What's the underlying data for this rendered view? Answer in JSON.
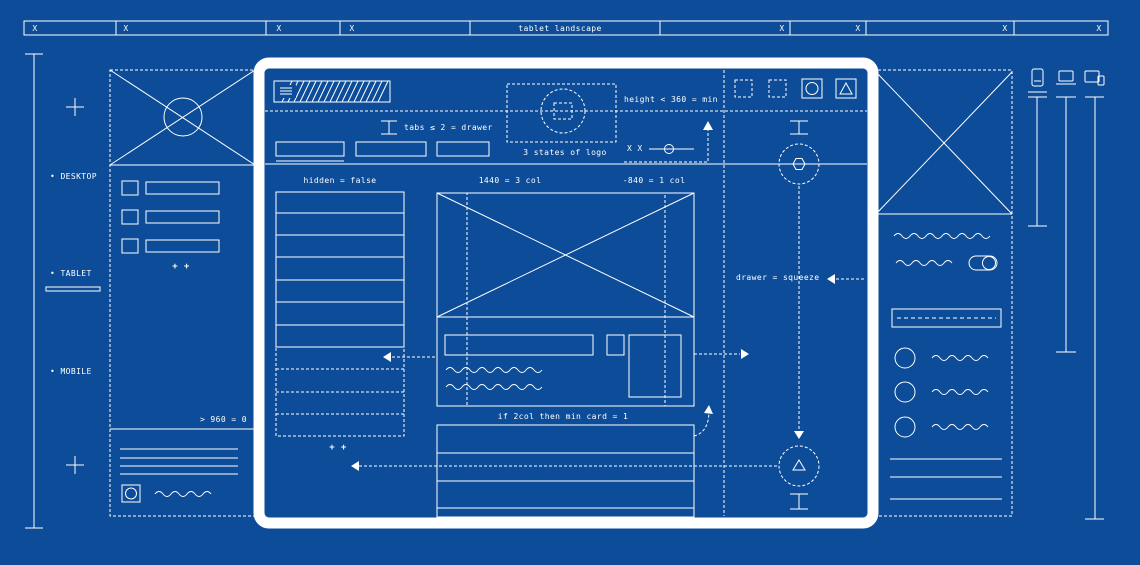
{
  "top_bar": {
    "cells": [
      "X",
      "X",
      "X",
      "X",
      "tablet landscape",
      "X",
      "X",
      "X",
      "X"
    ]
  },
  "breakpoints": {
    "desktop": "DESKTOP",
    "tablet": "TABLET",
    "mobile": "MOBILE",
    "min_width_note": "> 960 = 0"
  },
  "annotations": {
    "tabs_rule": "tabs ≤ 2 = drawer",
    "logo_states": "3 states of logo",
    "height_rule": "height <  360 = min",
    "toggle_label": "X X",
    "hidden_rule": "hidden = false",
    "col3_rule": "1440 = 3 col",
    "col1_rule": "-840 = 1 col",
    "card_rule": "if 2col then min card = 1",
    "drawer_rule": "drawer = squeeze"
  },
  "markers": {
    "plus": "+",
    "more": "+ +"
  },
  "device_icons": [
    "phone-icon",
    "laptop-icon",
    "desktop-monitor-icon"
  ],
  "colors": {
    "background": "#0c4c98",
    "line": "#ffffff"
  }
}
